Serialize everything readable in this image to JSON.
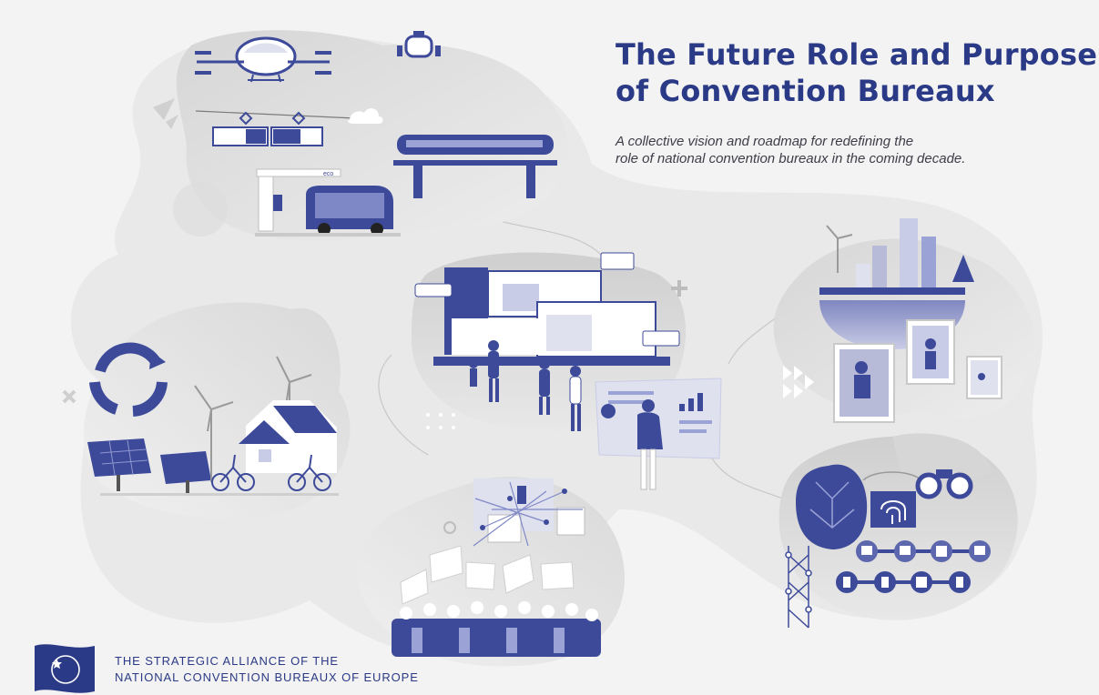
{
  "header": {
    "title_line1": "The Future Role and Purpose",
    "title_line2": "of Convention Bureaux",
    "subtitle_line1": "A collective vision and roadmap for redefining the",
    "subtitle_line2": "role of national convention bureaux in the coming decade."
  },
  "footer": {
    "org_line1": "THE STRATEGIC ALLIANCE OF THE",
    "org_line2": "NATIONAL CONVENTION BUREAUX OF EUROPE"
  },
  "illustration": {
    "station_sign": "eco",
    "scenes": [
      "mobility",
      "sustainability",
      "venue",
      "smart-city",
      "networking",
      "technology"
    ]
  },
  "colors": {
    "navy": "#2b3a86",
    "indigo": "#3d4a9a",
    "blob_light": "#e2e2e2",
    "blob_dark": "#cfcfcf",
    "background": "#f3f3f3"
  },
  "icons": [
    "flying-taxi-icon",
    "drone-icon",
    "cable-car-icon",
    "monorail-icon",
    "shuttle-bus-icon",
    "recycle-icon",
    "solar-panel-icon",
    "wind-turbine-icon",
    "house-icon",
    "cyclist-icon",
    "building-icon",
    "person-icon",
    "presentation-screen-icon",
    "city-skyline-icon",
    "photo-frame-icon",
    "network-graph-icon",
    "crowd-icon",
    "face-scan-icon",
    "fingerprint-icon",
    "binoculars-icon",
    "circuit-icon",
    "dna-icon",
    "eu-flag-logo-icon"
  ]
}
